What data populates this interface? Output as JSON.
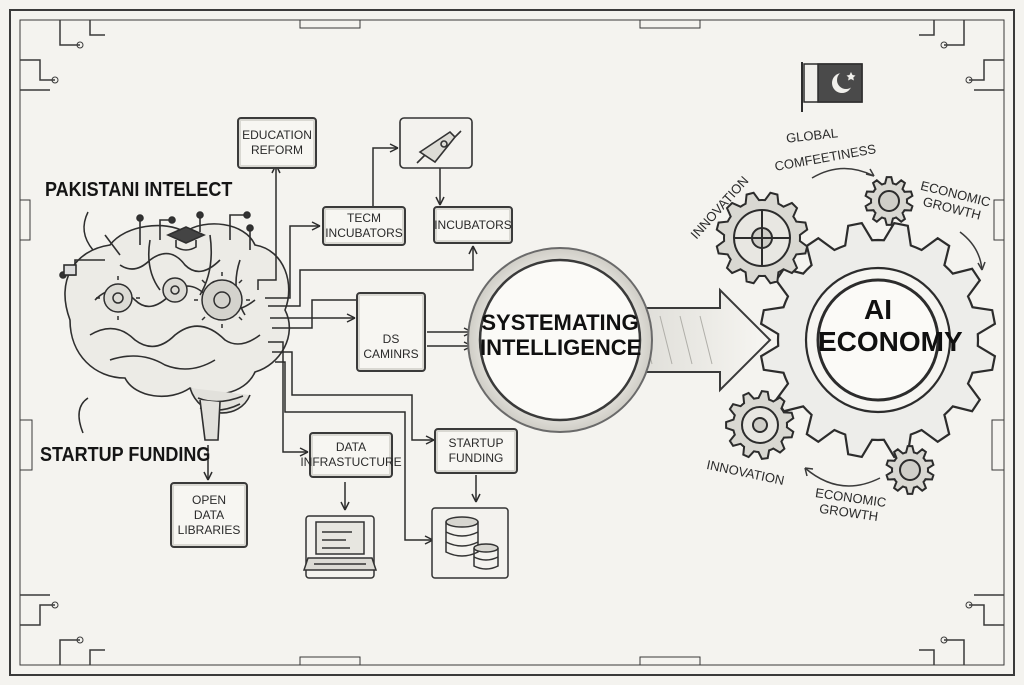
{
  "labels": {
    "pakistani_intellect": "PAKISTANI INTELECT",
    "startup_funding_left": "STARTUP FUNDING"
  },
  "boxes": {
    "education_reform": "EDUCATION\nREFORM",
    "tech_incubators": "TECM\nINCUBATORS",
    "incubators": "INCUBATORS",
    "ds_centers": "DS CAMINRS",
    "data_infrastructure": "DATA\nINFRASTUCTURE",
    "startup_funding_box": "STARTUP\nFUNDING",
    "open_data_libraries": "OPEN DATA\nLIBRARIES"
  },
  "center": {
    "systemating": "SYSTEMATING\nINTELLIGENCE"
  },
  "ai_economy": "AI\nECONOMY",
  "cycle": {
    "global": "GLOBAL",
    "competitiveness": "COMFEETINESS",
    "innovation_top": "INNOVATION",
    "economic_growth_top": "ECONOMIC\nGROWTH",
    "innovation_bottom": "INNOVATION",
    "economic_growth_bottom": "ECONOMIC\nGROWTH"
  },
  "colors": {
    "ink": "#2a2a2a",
    "paper": "#f4f3ef",
    "flag_green": "#4a4a4a"
  }
}
